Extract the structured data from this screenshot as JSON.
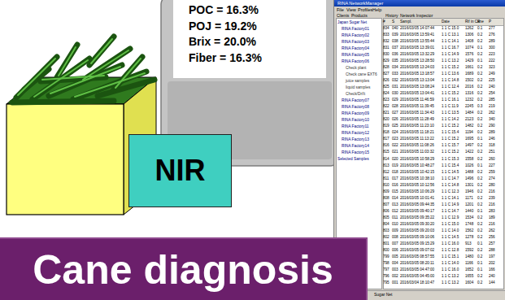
{
  "diagram": {
    "nodes": [
      {
        "text": [
          "POC = 16.3%",
          "POJ = 19.2%",
          "Brix = 20.0%",
          "Fiber = 16.3%"
        ]
      },
      {
        "text": [
          "NIR"
        ]
      },
      {
        "text": [
          "Cane diagnosis"
        ]
      },
      {
        "text": [
          "RINA NetworkManager"
        ]
      }
    ],
    "labels": [
      "File",
      "View",
      "Profiles",
      "Help",
      "Clients",
      "Products",
      "History",
      "Network Inspector",
      "Japan Sugar Net",
      "RINA Factory01",
      "RINA Factory02",
      "RINA Factory03",
      "RINA Factory04",
      "RINA Factory05",
      "RINA Factory06",
      "Check plant",
      "Check cane EXT6",
      "juice samples",
      "liquid samples",
      "Check/Dr/It",
      "RINA Factory07",
      "RINA Factory08",
      "RINA Factory09",
      "RINA Factory10",
      "RINA Factory11",
      "RINA Factory12",
      "RINA Factory13",
      "RINA Factory14",
      "RINA Factory15",
      "Selected Samples",
      "#",
      "S",
      "Sampl.",
      "Date",
      "Rif in Cane",
      "R",
      "P",
      "834",
      "040",
      "2016/03/05 14:07:44",
      "1 1 C 15.0",
      "1262",
      "0.1",
      "277",
      "833",
      "039",
      "2016/03/05 13:59:41",
      "1 1 C 13.1",
      "1306",
      "0.2",
      "276",
      "832",
      "038",
      "2016/03/05 13:55:44",
      "1 1 C 14.1",
      "1408",
      "0.2",
      "289",
      "831",
      "037",
      "2016/03/05 13:39:01",
      "1 1 C 16.7",
      "1074",
      "0.1",
      "300",
      "830",
      "036",
      "2016/03/05 13:32:29",
      "1 1 C 14.9",
      "1576",
      "0.2",
      "223",
      "829",
      "035",
      "2016/03/05 13:28:50",
      "1 1 C 13.2",
      "1429",
      "0.1",
      "222",
      "828",
      "034",
      "2016/03/05 13:24:03",
      "1 1 C 15.2",
      "1661",
      "0.2",
      "323",
      "827",
      "033",
      "2016/03/05 13:18:57",
      "1 1 C 13.6",
      "1689",
      "0.2",
      "249",
      "826",
      "032",
      "2016/03/05 13:13:04",
      "1 1 C 14.8",
      "1502",
      "0.2",
      "225",
      "825",
      "031",
      "2016/03/05 13:08:24",
      "1 1 C 12.4",
      "2016",
      "0.2",
      "240",
      "824",
      "030",
      "2016/03/05 13:04:41",
      "1 1 C 15.2",
      "1316",
      "0.2",
      "254",
      "823",
      "029",
      "2016/03/05 11:46:59",
      "1 1 C 16.1",
      "1232",
      "0.2",
      "285",
      "822",
      "028",
      "2016/03/05 11:39:45",
      "1 1 C 11.9",
      "2245",
      "0.3",
      "219",
      "821",
      "027",
      "2016/03/05 11:34:43",
      "1 1 C 13.5",
      "1484",
      "0.2",
      "262",
      "820",
      "026",
      "2016/03/05 11:28:49",
      "1 1 C 14.2",
      "2123",
      "0.2",
      "340",
      "819",
      "025",
      "2016/03/05 11:23:10",
      "1 1 C 15.2",
      "1482",
      "0.2",
      "290",
      "818",
      "024",
      "2016/03/05 11:18:21",
      "1 1 C 15.4",
      "1194",
      "0.2",
      "289",
      "817",
      "023",
      "2016/03/05 11:13:22",
      "1 1 C 15.2",
      "1695",
      "0.1",
      "246",
      "816",
      "022",
      "2016/03/05 11:08:26",
      "1 1 C 15.7",
      "1497",
      "0.2",
      "318",
      "815",
      "021",
      "2016/03/05 11:03:32",
      "1 1 C 15.2",
      "1422",
      "0.2",
      "251",
      "814",
      "020",
      "2016/03/05 10:58:29",
      "1 1 C 15.3",
      "1558",
      "0.2",
      "260",
      "813",
      "019",
      "2016/03/05 10:48:27",
      "1 1 C 15.4",
      "1026",
      "0.1",
      "227",
      "812",
      "018",
      "2016/03/05 10:42:15",
      "1 1 C 14.5",
      "1488",
      "0.2",
      "259",
      "811",
      "017",
      "2016/03/05 10:38:10",
      "1 1 C 14.7",
      "1496",
      "0.2",
      "274",
      "810",
      "016",
      "2016/03/05 10:12:56",
      "1 1 C 14.8",
      "1301",
      "0.2",
      "280",
      "809",
      "015",
      "2016/03/05 10:06:29",
      "1 1 C 12.3",
      "1946",
      "0.2",
      "216",
      "808",
      "014",
      "2016/03/05 10:01:41",
      "1 1 C 14.1",
      "1171",
      "0.2",
      "239",
      "807",
      "013",
      "2016/03/05 09:44:35",
      "1 1 C 14.9",
      "1201",
      "0.2",
      "216",
      "806",
      "012",
      "2016/03/05 09:40:17",
      "1 1 C 14.7",
      "1440",
      "0.1",
      "283",
      "805",
      "011",
      "2016/03/05 09:35:22",
      "1 1 C 12.9",
      "1534",
      "0.2",
      "189",
      "804",
      "010",
      "2016/03/05 09:30:20",
      "1 1 C 15.0",
      "1748",
      "0.2",
      "216",
      "803",
      "009",
      "2016/03/05 09:20:03",
      "1 1 C 14.0",
      "1562",
      "0.2",
      "262",
      "802",
      "008",
      "2016/03/05 09:10:06",
      "1 1 C 14.5",
      "1278",
      "0.2",
      "256",
      "801",
      "007",
      "2016/03/05 09:15:29",
      "1 1 C 16.0",
      "913",
      "0.1",
      "257",
      "800",
      "006",
      "2016/03/05 09:07:02",
      "1 1 C 12.8",
      "1592",
      "0.2",
      "288",
      "799",
      "005",
      "2016/03/05 08:57:55",
      "1 1 C 15.1",
      "1480",
      "0.2",
      "197",
      "798",
      "004",
      "2016/03/05 08:20:11",
      "1 1 C 14.0",
      "1166",
      "0.1",
      "202",
      "797",
      "003",
      "2016/03/05 04:47:00",
      "1 1 C 16.0",
      "1652",
      "0.1",
      "166",
      "796",
      "002",
      "2016/03/05 04:45:00",
      "1 1 C 13.2",
      "1655",
      "0.2",
      "240",
      "795",
      "001",
      "2016/03/04 18:10:47",
      "1 1 C 13.2",
      "1604",
      "0.2",
      "144",
      "Sugar Net"
    ]
  }
}
